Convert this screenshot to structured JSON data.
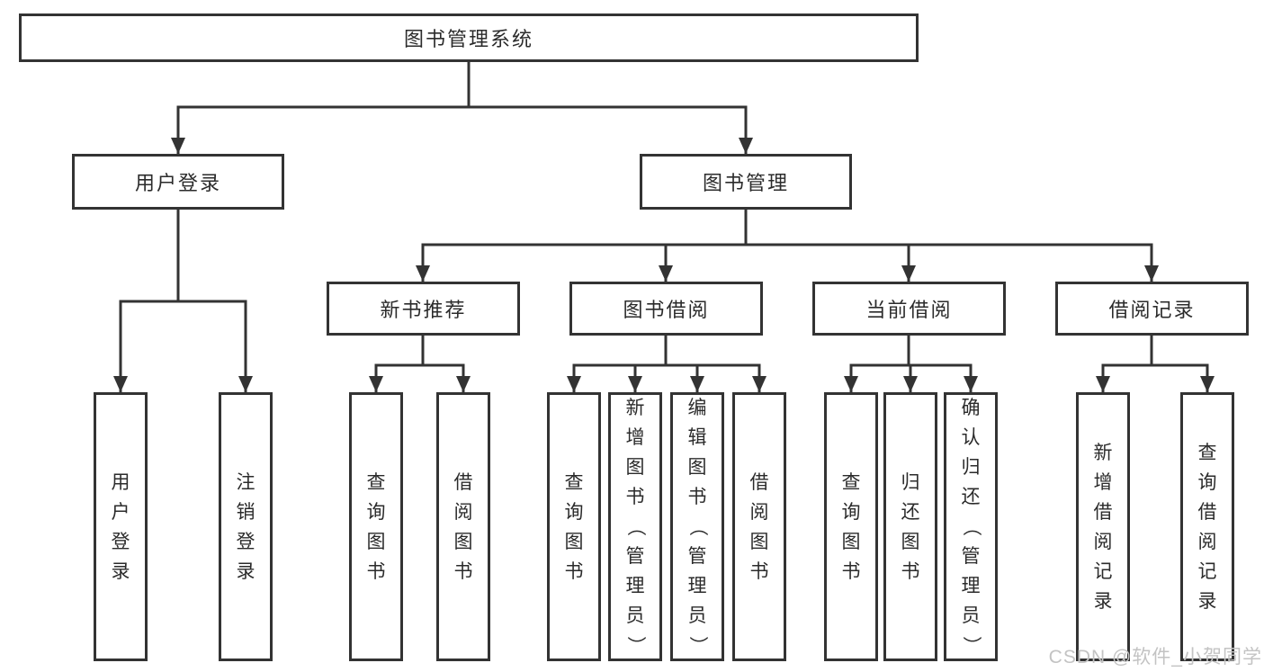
{
  "page": {
    "background": "#ffffff",
    "watermark": "CSDN @软件_小贺同学"
  },
  "colors": {
    "line": "#333333",
    "box_border": "#333333",
    "box_background": "#ffffff",
    "text": "#2b2b2b",
    "watermark": "#c3c3c3"
  },
  "tree": {
    "root": {
      "label": "图书管理系统"
    },
    "branches": [
      {
        "label": "用户登录",
        "children": [
          {
            "label": "用户登录"
          },
          {
            "label": "注销登录"
          }
        ]
      },
      {
        "label": "图书管理",
        "subgroups": [
          {
            "label": "新书推荐",
            "children": [
              {
                "label": "查询图书"
              },
              {
                "label": "借阅图书"
              }
            ]
          },
          {
            "label": "图书借阅",
            "children": [
              {
                "label": "查询图书"
              },
              {
                "label": "新增图书（管理员）"
              },
              {
                "label": "编辑图书（管理员）"
              },
              {
                "label": "借阅图书"
              }
            ]
          },
          {
            "label": "当前借阅",
            "children": [
              {
                "label": "查询图书"
              },
              {
                "label": "归还图书"
              },
              {
                "label": "确认归还（管理员）"
              }
            ]
          },
          {
            "label": "借阅记录",
            "children": [
              {
                "label": "新增借阅记录"
              },
              {
                "label": "查询借阅记录"
              }
            ]
          }
        ]
      }
    ]
  }
}
